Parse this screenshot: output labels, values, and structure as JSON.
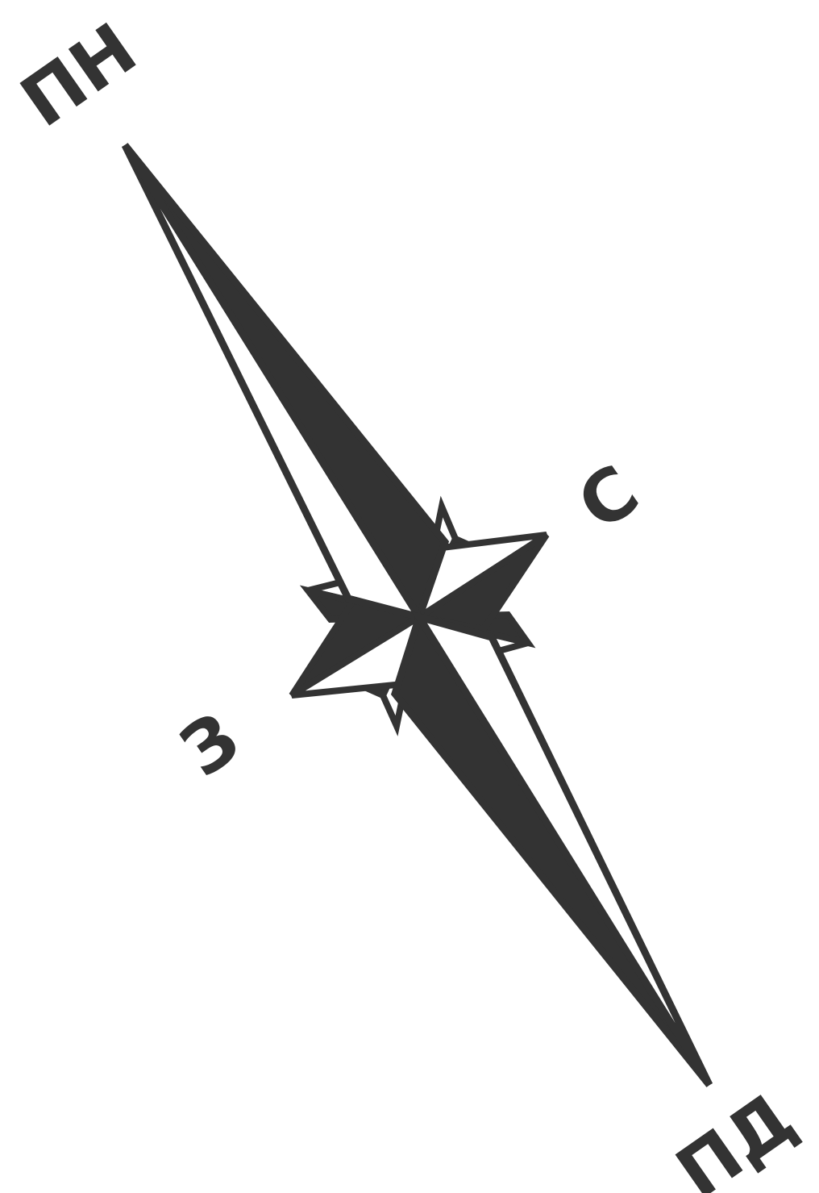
{
  "labels": {
    "north": "ПН",
    "south": "ПД",
    "east": "С",
    "west": "З"
  },
  "colors": {
    "background": "#ffffff",
    "ink": "#333333"
  }
}
